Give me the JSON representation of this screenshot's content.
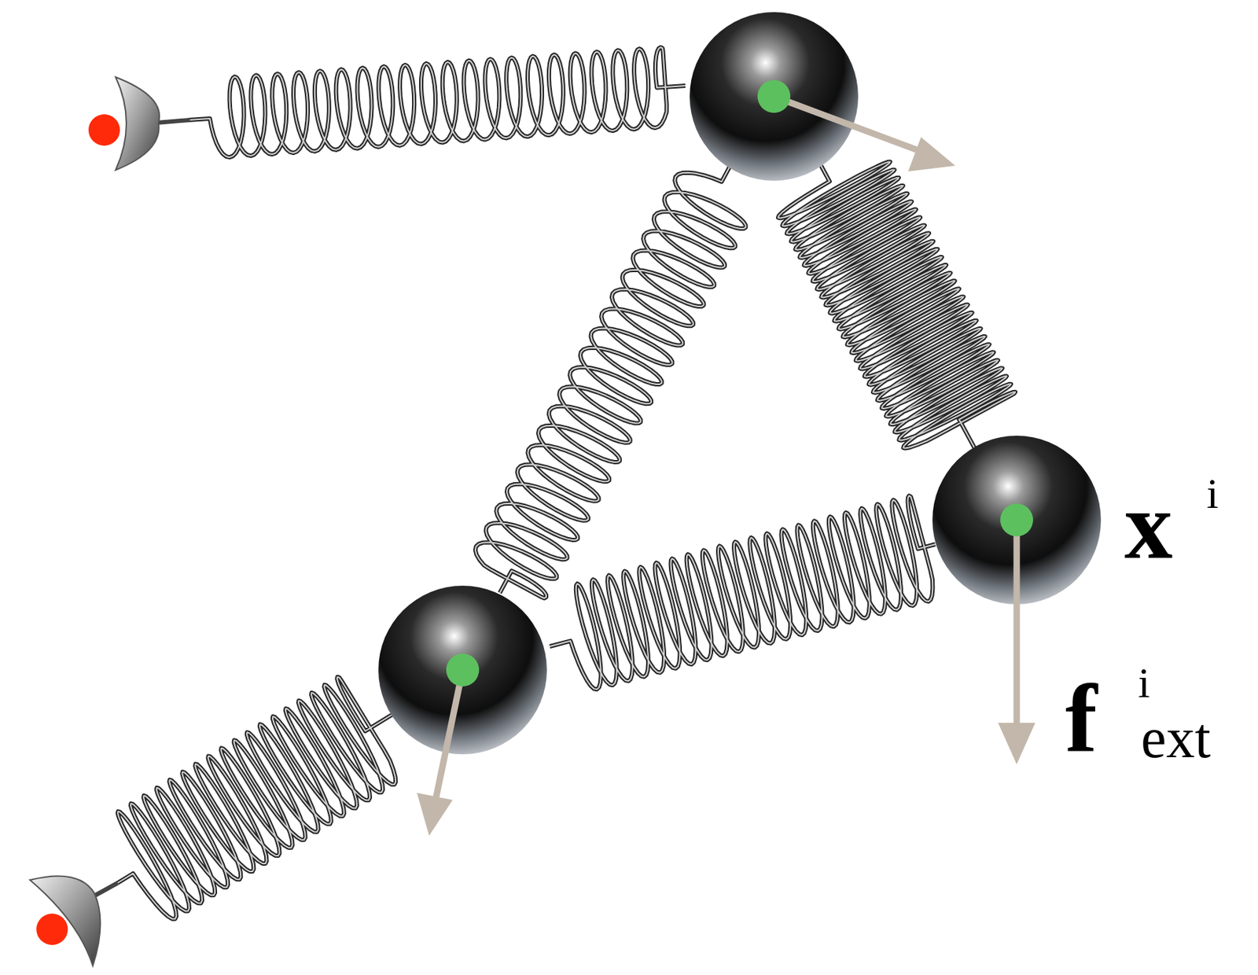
{
  "diagram": {
    "labels": [
      "x",
      "i",
      "f",
      "i",
      "ext"
    ]
  }
}
